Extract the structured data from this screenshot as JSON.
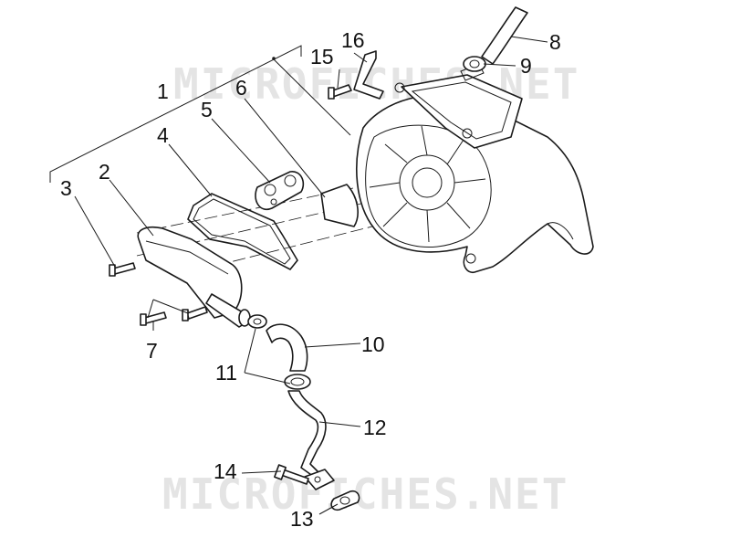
{
  "callouts": {
    "c1": "1",
    "c2": "2",
    "c3": "3",
    "c4": "4",
    "c5": "5",
    "c6": "6",
    "c7": "7",
    "c8": "8",
    "c9": "9",
    "c10": "10",
    "c11": "11",
    "c12": "12",
    "c13": "13",
    "c14": "14",
    "c15": "15",
    "c16": "16"
  },
  "watermark": {
    "top": "MICROFICHES.NET",
    "bottom": "MICROFICHES.NET"
  },
  "colors": {
    "line": "#1a1a1a",
    "watermark": "#e4e4e4",
    "background": "#ffffff"
  }
}
